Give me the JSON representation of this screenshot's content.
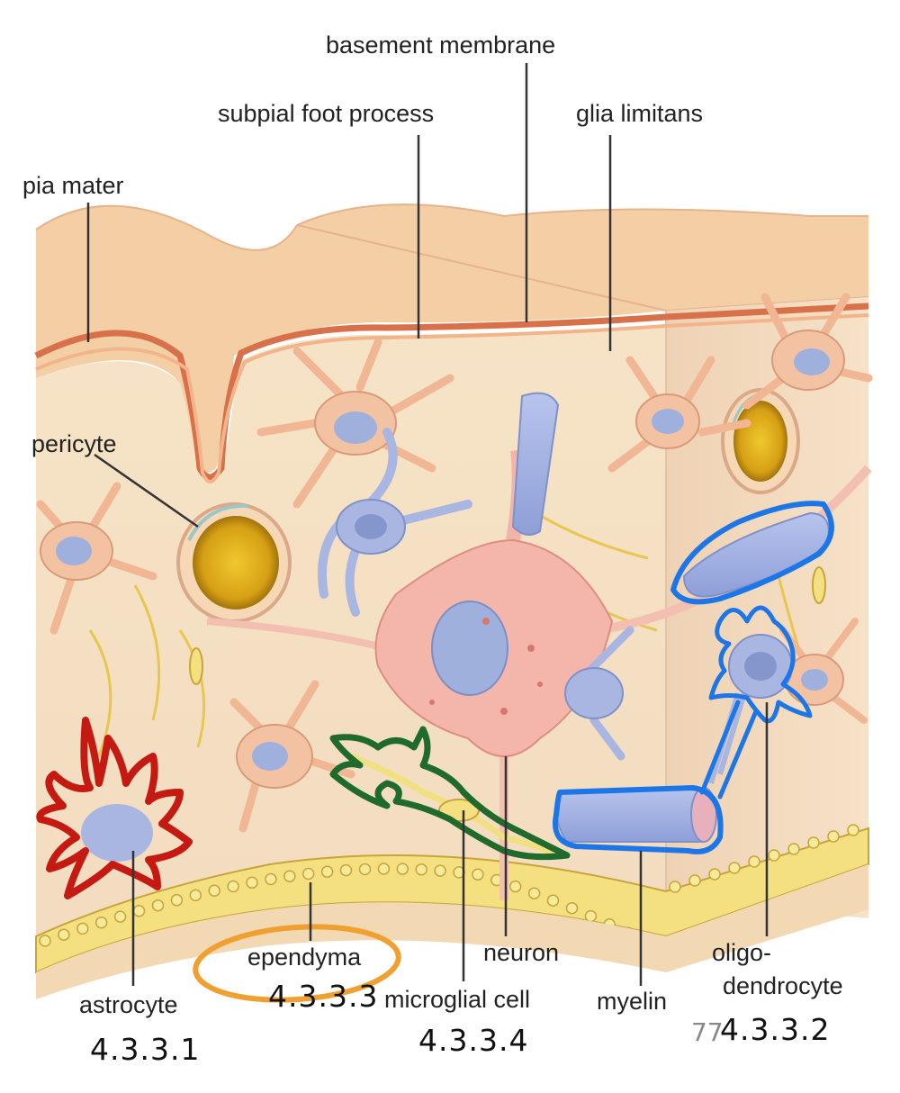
{
  "labels": {
    "basement_membrane": "basement membrane",
    "subpial_foot_process": "subpial foot process",
    "glia_limitans": "glia limitans",
    "pia_mater": "pia mater",
    "pericyte": "pericyte",
    "ependyma": "ependyma",
    "neuron": "neuron",
    "oligo_line1": "oligo-",
    "oligo_line2": "dendrocyte",
    "astrocyte": "astrocyte",
    "microglial_cell": "microglial cell",
    "myelin": "myelin"
  },
  "section_numbers": {
    "astrocyte": "4.3.3.1",
    "ependyma": "4.3.3.3",
    "microglial": "4.3.3.4",
    "oligodendrocyte": "4.3.3.2"
  },
  "page_number": "77",
  "annotation_colors": {
    "astrocyte": "#c41a12",
    "microglia": "#1f6a2c",
    "oligodendrocyte": "#1d76e8",
    "ependyma": "#f0a030"
  }
}
